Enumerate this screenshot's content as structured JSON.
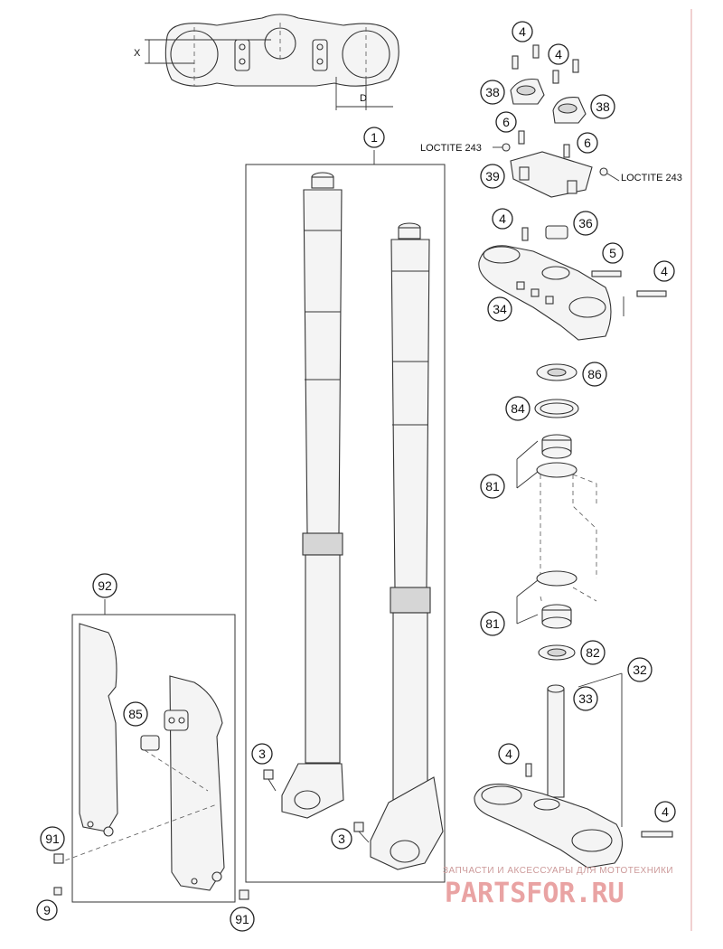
{
  "callouts": {
    "c1": "1",
    "c3a": "3",
    "c3b": "3",
    "c4a": "4",
    "c4b": "4",
    "c4c": "4",
    "c4d": "4",
    "c4e": "4",
    "c4f": "4",
    "c5": "5",
    "c6a": "6",
    "c6b": "6",
    "c9": "9",
    "c32": "32",
    "c33": "33",
    "c34": "34",
    "c36": "36",
    "c38a": "38",
    "c38b": "38",
    "c39": "39",
    "c81a": "81",
    "c81b": "81",
    "c82": "82",
    "c84": "84",
    "c85": "85",
    "c86": "86",
    "c91a": "91",
    "c91b": "91",
    "c92": "92"
  },
  "labels": {
    "loctite_left": "LOCTITE 243",
    "loctite_right": "LOCTITE 243",
    "dim_x": "X",
    "dim_d": "D"
  },
  "watermark": {
    "tagline": "ЗАПЧАСТИ И АКСЕССУАРЫ ДЛЯ МОТОТЕХНИКИ",
    "logo": "PARTSFOR.RU"
  }
}
